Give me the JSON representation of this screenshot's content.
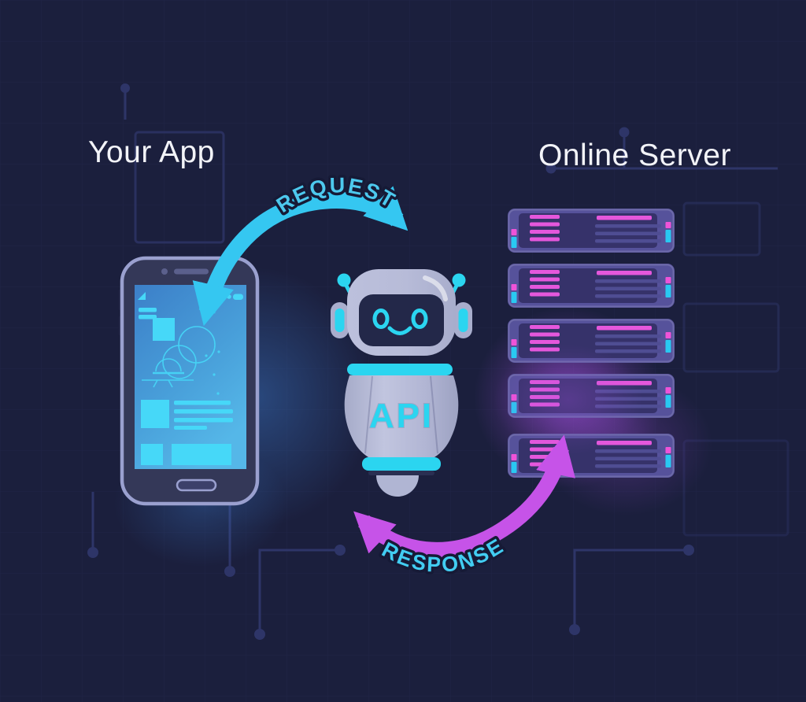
{
  "titles": {
    "app": "Your App",
    "server": "Online Server"
  },
  "arrows": {
    "request": {
      "label": "REQUEST",
      "color": "#35c7f1",
      "label_color": "#4dc9ee"
    },
    "response": {
      "label": "RESPONSE",
      "color": "#c653e8",
      "label_color": "#42cdf2"
    }
  },
  "robot": {
    "label": "API",
    "accent_color": "#2bd5f0",
    "shell_color": "#b7bbd8",
    "face_color": "#232849"
  },
  "phone": {
    "body_color": "#343858",
    "outline_color": "#9aa0cf",
    "screen_color_top": "#3c7fc8",
    "screen_color_bottom": "#55b7e8",
    "content_color": "#46d8f8"
  },
  "server_rack": {
    "count": 5,
    "frame_color": "#56529b",
    "panel_color": "#36326a",
    "stripe_color": "#e557dc",
    "muted_stripe_color": "#4f4d93",
    "led_magenta": "#ef53d8",
    "led_cyan": "#29c9f2"
  },
  "background": {
    "base_color": "#1b1f3d",
    "grid_color": "#3a4275",
    "trace_color": "#2e3568",
    "glow_blue": "#3f86dd",
    "glow_purple": "#a44fe0"
  }
}
